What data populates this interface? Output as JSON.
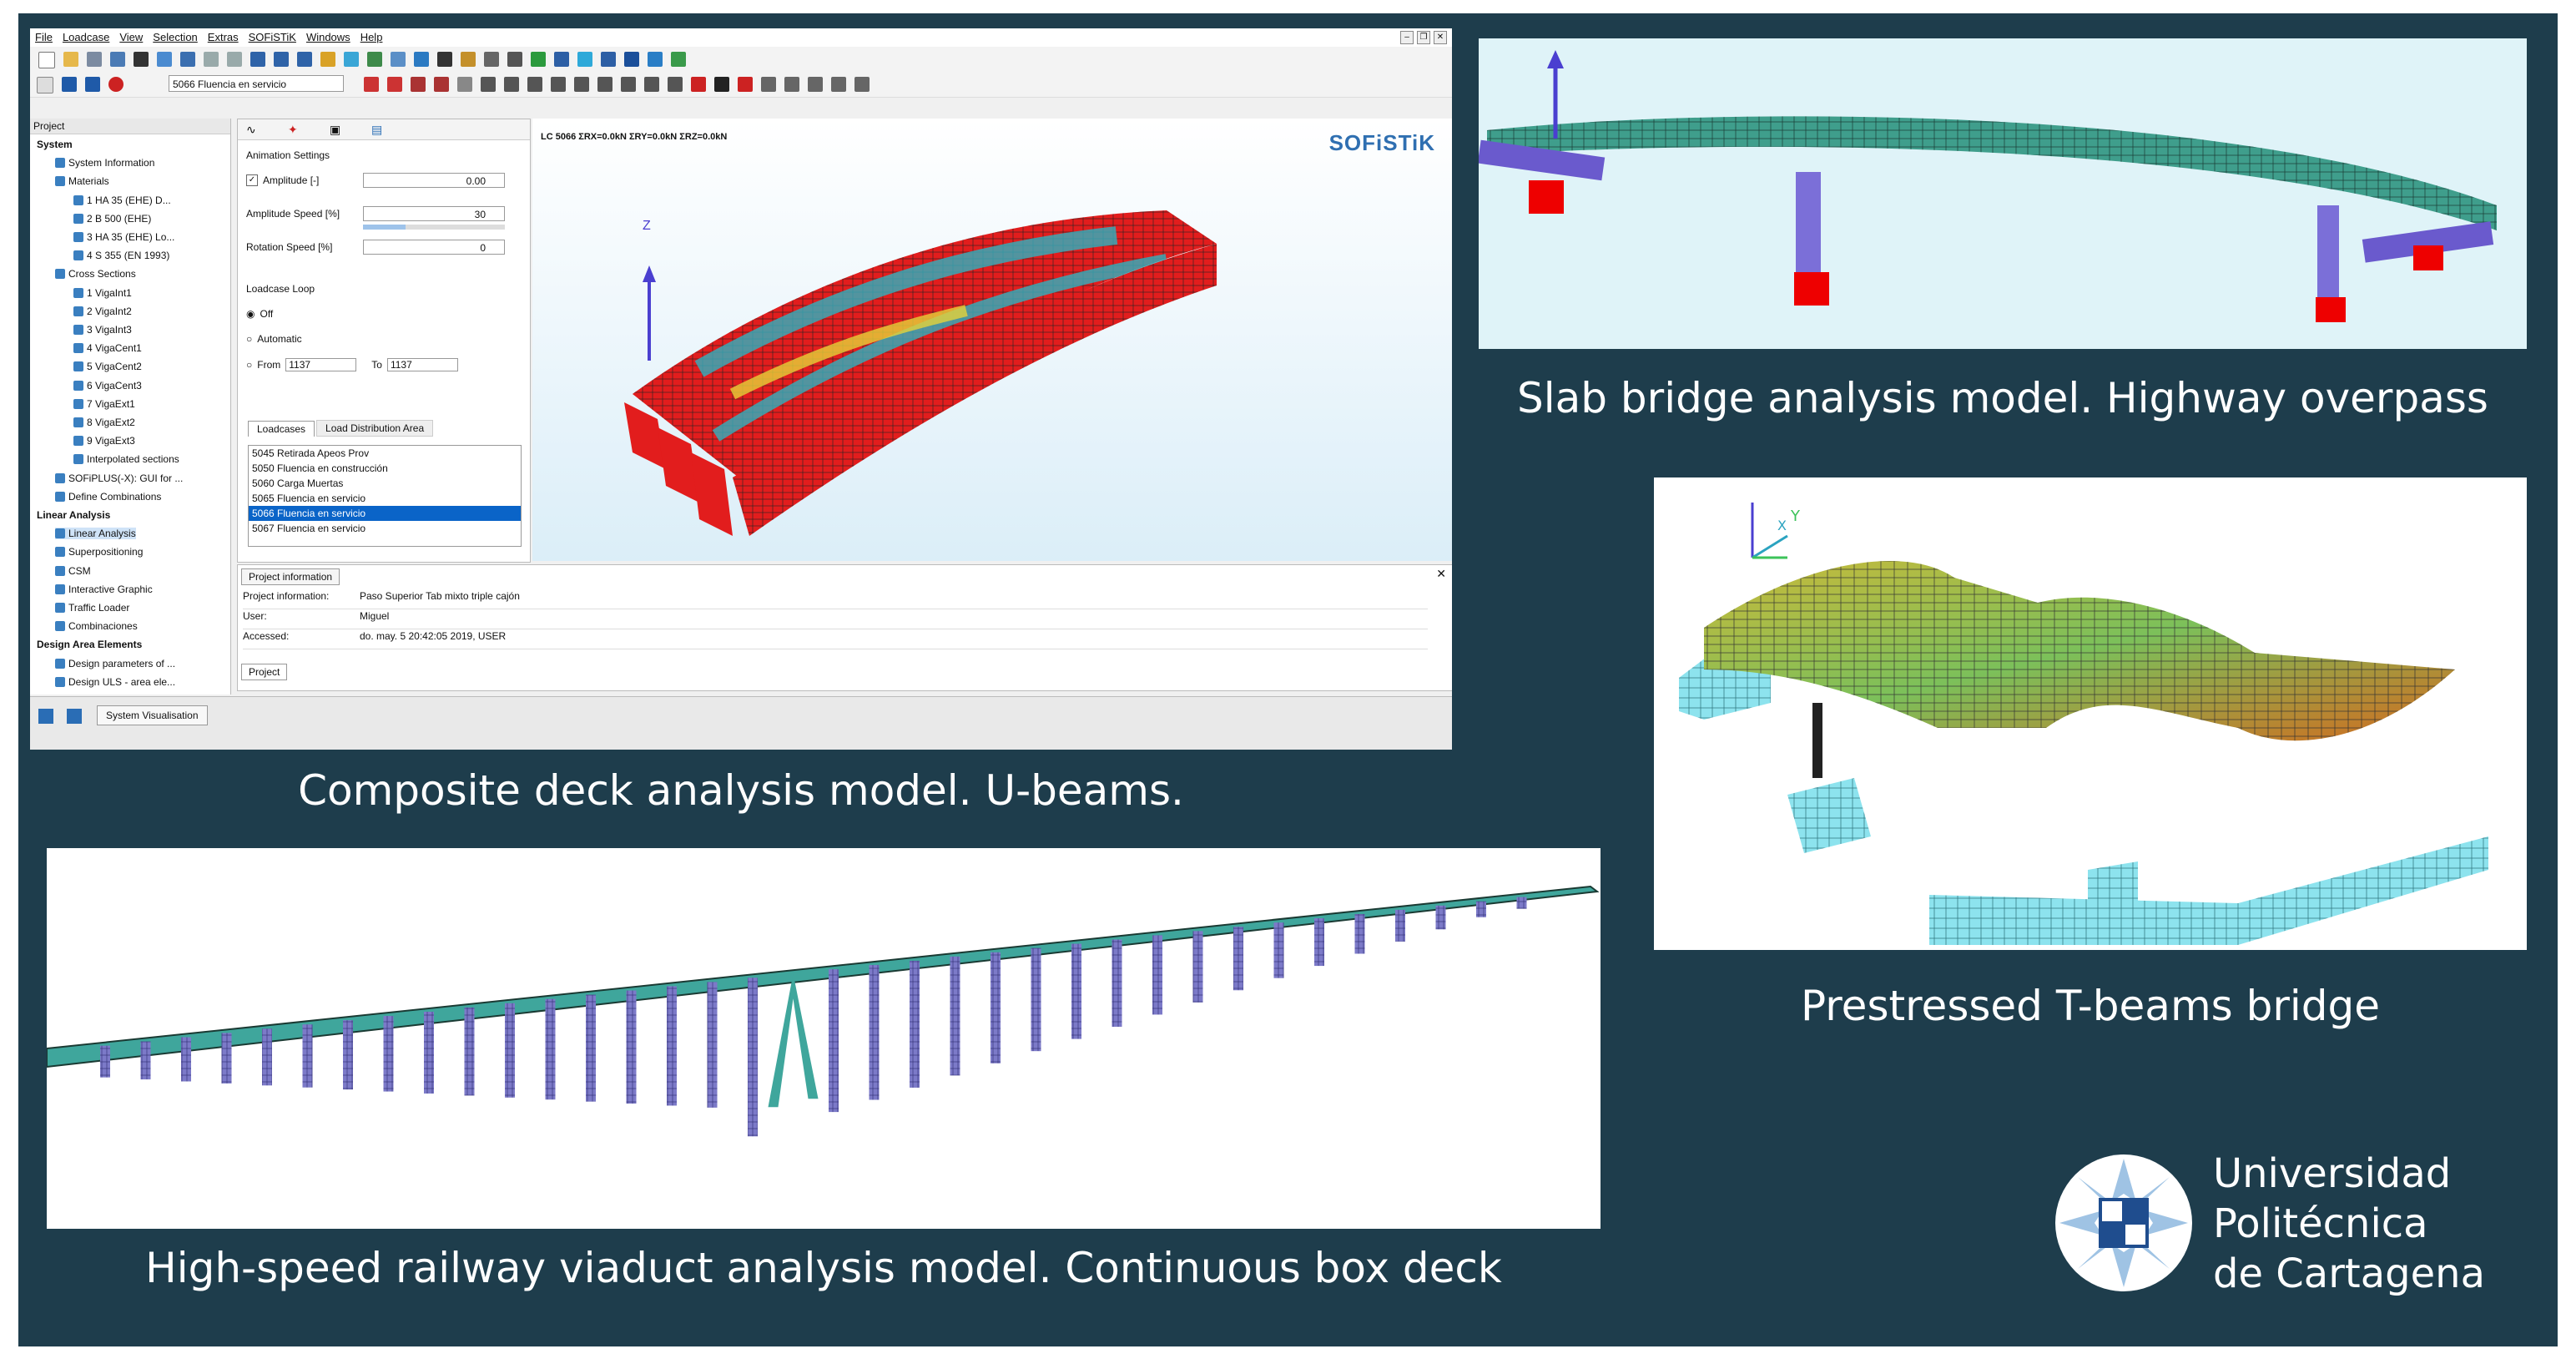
{
  "captions": {
    "composite": "Composite deck analysis model. U-beams.",
    "slab": "Slab bridge analysis model. Highway overpass",
    "tbeams": "Prestressed T-beams bridge",
    "viaduct": "High-speed railway viaduct analysis model. Continuous box deck"
  },
  "university": {
    "line1": "Universidad",
    "line2": "Politécnica",
    "line3": "de Cartagena"
  },
  "sofistik": {
    "menu": [
      "File",
      "Loadcase",
      "View",
      "Selection",
      "Extras",
      "SOFiSTiK",
      "Windows",
      "Help"
    ],
    "loadcase_select": "5066 Fluencia en servicio",
    "brand": "SOFiSTiK",
    "lc_label": "LC 5066   ΣRX=0.0kN  ΣRY=0.0kN  ΣRZ=0.0kN",
    "axis_z": "Z",
    "tree_header": "Project",
    "tree": [
      "System",
      "System Information",
      "Materials",
      "1 HA 35 (EHE) D...",
      "2 B 500 (EHE)",
      "3 HA 35 (EHE) Lo...",
      "4 S 355 (EN 1993)",
      "Cross Sections",
      "1 VigaInt1",
      "2 VigaInt2",
      "3 VigaInt3",
      "4 VigaCent1",
      "5 VigaCent2",
      "6 VigaCent3",
      "7 VigaExt1",
      "8 VigaExt2",
      "9 VigaExt3",
      "Interpolated sections",
      "SOFiPLUS(-X): GUI for ...",
      "Define Combinations",
      "Linear Analysis",
      "Linear Analysis",
      "Superpositioning",
      "CSM",
      "Interactive Graphic",
      "Traffic Loader",
      "Combinaciones",
      "Design Area Elements",
      "Design parameters of ...",
      "Design ULS - area ele..."
    ],
    "anim": {
      "title": "Animation Settings",
      "amplitude_label": "Amplitude [-]",
      "amplitude": "0.00",
      "speed_label": "Amplitude Speed [%]",
      "speed": "30",
      "rotation_label": "Rotation Speed [%]",
      "rotation": "0",
      "loop_title": "Loadcase Loop",
      "off": "Off",
      "automatic": "Automatic",
      "from": "From",
      "from_val": "1137",
      "to": "To",
      "to_val": "1137",
      "tab1": "Loadcases",
      "tab2": "Load Distribution Area"
    },
    "loadcases": [
      "5045 Retirada Apeos Prov",
      "5050 Fluencia en construcción",
      "5060 Carga Muertas",
      "5065 Fluencia en servicio",
      "5066 Fluencia en servicio",
      "5067 Fluencia en servicio"
    ],
    "projinfo": {
      "tab": "Project information",
      "k1": "Project information:",
      "v1": "Paso Superior Tab mixto triple cajón",
      "k2": "User:",
      "v2": "Miguel",
      "k3": "Accessed:",
      "v3": "do. may. 5 20:42:05 2019, USER",
      "bottom_tab": "Project"
    },
    "status_btn": "System Visualisation"
  },
  "tbeam_axis": {
    "x": "X",
    "y": "Y"
  }
}
